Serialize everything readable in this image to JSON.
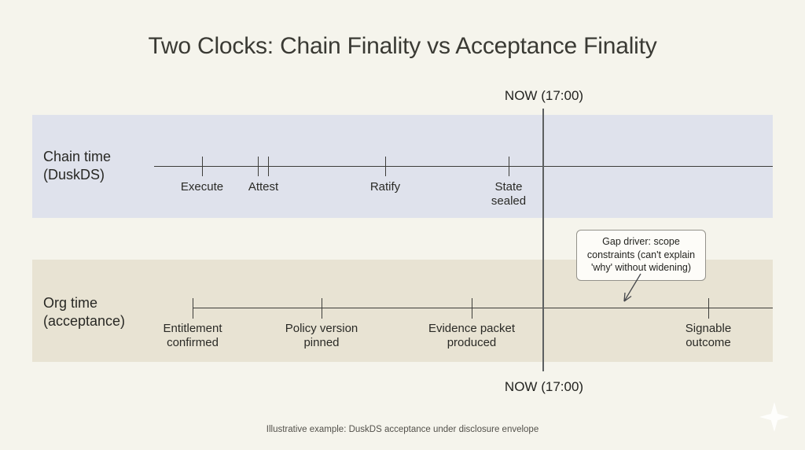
{
  "title": "Two Clocks: Chain Finality vs Acceptance Finality",
  "now_marker": {
    "top_label": "NOW (17:00)",
    "bottom_label": "NOW (17:00)"
  },
  "chain_band": {
    "label_line1": "Chain time",
    "label_line2": "(DuskDS)",
    "milestones": [
      {
        "label": "Execute"
      },
      {
        "label": "Attest"
      },
      {
        "label": "Ratify"
      },
      {
        "label": "State sealed"
      }
    ]
  },
  "org_band": {
    "label_line1": "Org time",
    "label_line2": "(acceptance)",
    "milestones": [
      {
        "label": "Entitlement confirmed"
      },
      {
        "label": "Policy version pinned"
      },
      {
        "label": "Evidence packet produced"
      },
      {
        "label": "Signable outcome"
      }
    ]
  },
  "callout": {
    "lines": [
      "Gap driver: scope",
      "constraints (can't explain",
      "'why' without widening)"
    ]
  },
  "footer": "Illustrative example: DuskDS acceptance under disclosure envelope",
  "icons": {
    "sparkle": "four-point-star"
  },
  "colors": {
    "background": "#f5f4ec",
    "chain_band": "#dfe2ec",
    "org_band": "#e8e3d3",
    "timeline_line": "#3d3d3a",
    "now_line": "#5d6061",
    "callout_bg": "#fdfcf8",
    "callout_border": "#94928b",
    "title_text": "#3a3a34"
  }
}
